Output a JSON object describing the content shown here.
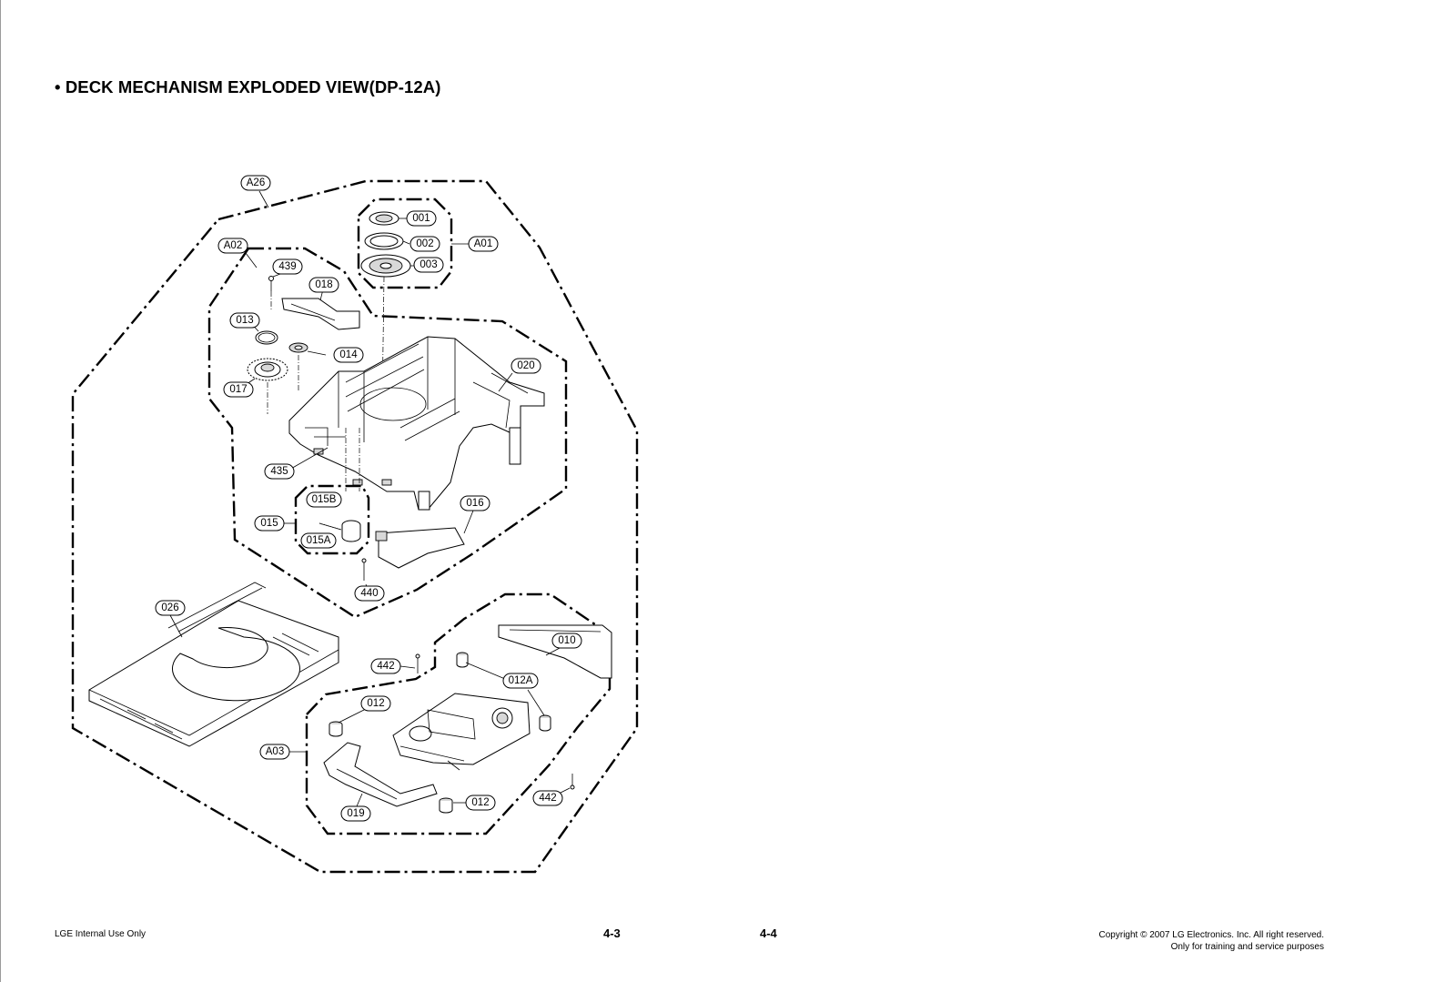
{
  "title": "• DECK MECHANISM EXPLODED VIEW(DP-12A)",
  "footer": {
    "left": "LGE Internal Use Only",
    "page_left": "4-3",
    "page_right": "4-4",
    "copyright_line1": "Copyright © 2007 LG Electronics. Inc. All right reserved.",
    "copyright_line2": "Only for training and service purposes"
  },
  "part_labels": {
    "A26": "A26",
    "A02": "A02",
    "A01": "A01",
    "A03": "A03",
    "p001": "001",
    "p002": "002",
    "p003": "003",
    "p439": "439",
    "p018": "018",
    "p013": "013",
    "p014": "014",
    "p017": "017",
    "p020": "020",
    "p435": "435",
    "p015B": "015B",
    "p015": "015",
    "p015A": "015A",
    "p016": "016",
    "p440": "440",
    "p026": "026",
    "p010": "010",
    "p442a": "442",
    "p012A": "012A",
    "p012a": "012",
    "p012b": "012",
    "p019": "019",
    "p442b": "442"
  }
}
